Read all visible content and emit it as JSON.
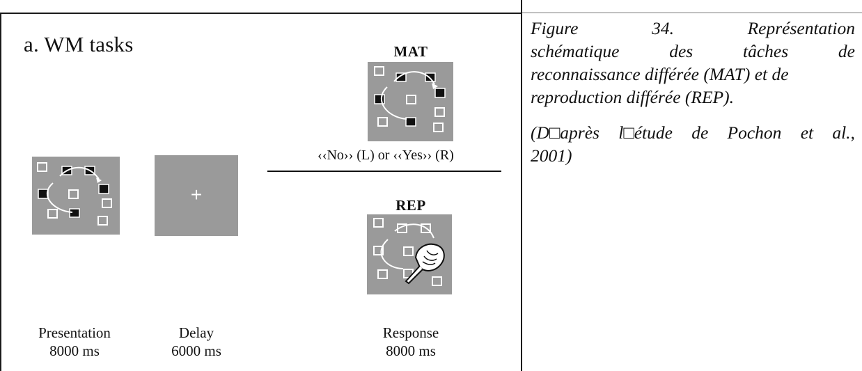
{
  "figure": {
    "panel_title": "a. WM tasks",
    "fixation_symbol": "+",
    "mat": {
      "label": "MAT",
      "response_text": "‹‹No›› (L) or ‹‹Yes›› (R)"
    },
    "rep": {
      "label": "REP"
    },
    "phases": [
      {
        "name": "Presentation",
        "duration": "8000 ms"
      },
      {
        "name": "Delay",
        "duration": "6000 ms"
      },
      {
        "name": "Response",
        "duration": "8000 ms"
      }
    ]
  },
  "caption": {
    "line1": [
      "Figure",
      "34.",
      "Représentation"
    ],
    "line2": [
      "schématique",
      "des",
      "tâches",
      "de"
    ],
    "line3": "reconnaissance différée (MAT) et de",
    "line4": "reproduction différée (REP).",
    "source_line1": [
      "(D□après",
      "l□étude",
      "de",
      "Pochon",
      "et",
      "al.,"
    ],
    "source_line2": "2001)"
  },
  "colors": {
    "stimulus_bg": "#9a9a9a",
    "square_stroke": "#ffffff",
    "filled_square": "#111111"
  }
}
